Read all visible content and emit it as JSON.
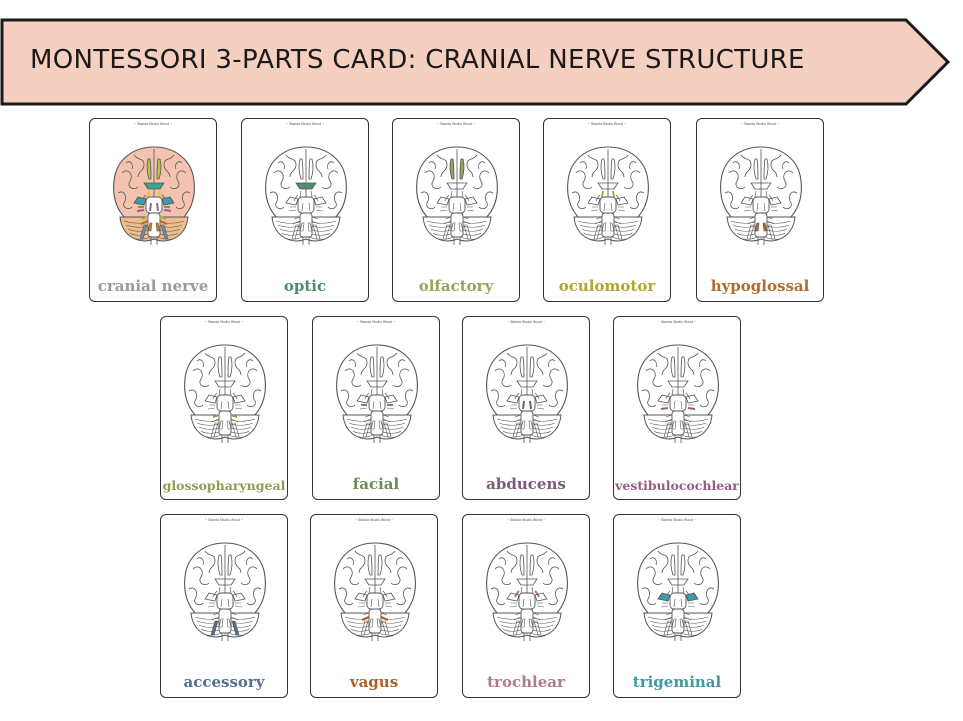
{
  "header": {
    "title": "MONTESSORI 3-PARTS CARD: CRANIAL NERVE STRUCTURE"
  },
  "card_credit": "~ Standa Studio Wood ~",
  "colors": {
    "banner_fill": "#f5cfc0",
    "banner_stroke": "#1a1a1a",
    "outline": "#555555",
    "cerebrum_full": "#f3c3b0",
    "cerebellum_full": "#eebd8e"
  },
  "cards": [
    {
      "id": "cranial-nerve",
      "label": "cranial nerve",
      "color": "#9a9a9a",
      "highlight": "all",
      "full": true
    },
    {
      "id": "optic",
      "label": "optic",
      "color": "#4e8e6a",
      "highlight": "optic"
    },
    {
      "id": "olfactory",
      "label": "olfactory",
      "color": "#98a35e",
      "highlight": "olfactory"
    },
    {
      "id": "oculomotor",
      "label": "oculomotor",
      "color": "#b0a62a",
      "highlight": "oculomotor"
    },
    {
      "id": "hypoglossal",
      "label": "hypoglossal",
      "color": "#b06c2c",
      "highlight": "hypoglossal"
    },
    {
      "id": "glossopharyngeal",
      "label": "glossopharyngeal",
      "color": "#8f9a52",
      "highlight": "glossopharyngeal"
    },
    {
      "id": "facial",
      "label": "facial",
      "color": "#6f8a54",
      "highlight": "facial"
    },
    {
      "id": "abducens",
      "label": "abducens",
      "color": "#7a5a7c",
      "highlight": "abducens"
    },
    {
      "id": "vestibulocochlear",
      "label": "vestibulocochlear",
      "color": "#9a5a80",
      "highlight": "vestibulocochlear"
    },
    {
      "id": "accessory",
      "label": "accessory",
      "color": "#4f7090",
      "highlight": "accessory"
    },
    {
      "id": "vagus",
      "label": "vagus",
      "color": "#b0602a",
      "highlight": "vagus"
    },
    {
      "id": "trochlear",
      "label": "trochlear",
      "color": "#b07a8a",
      "highlight": "trochlear"
    },
    {
      "id": "trigeminal",
      "label": "trigeminal",
      "color": "#3d9aa8",
      "highlight": "trigeminal"
    }
  ]
}
